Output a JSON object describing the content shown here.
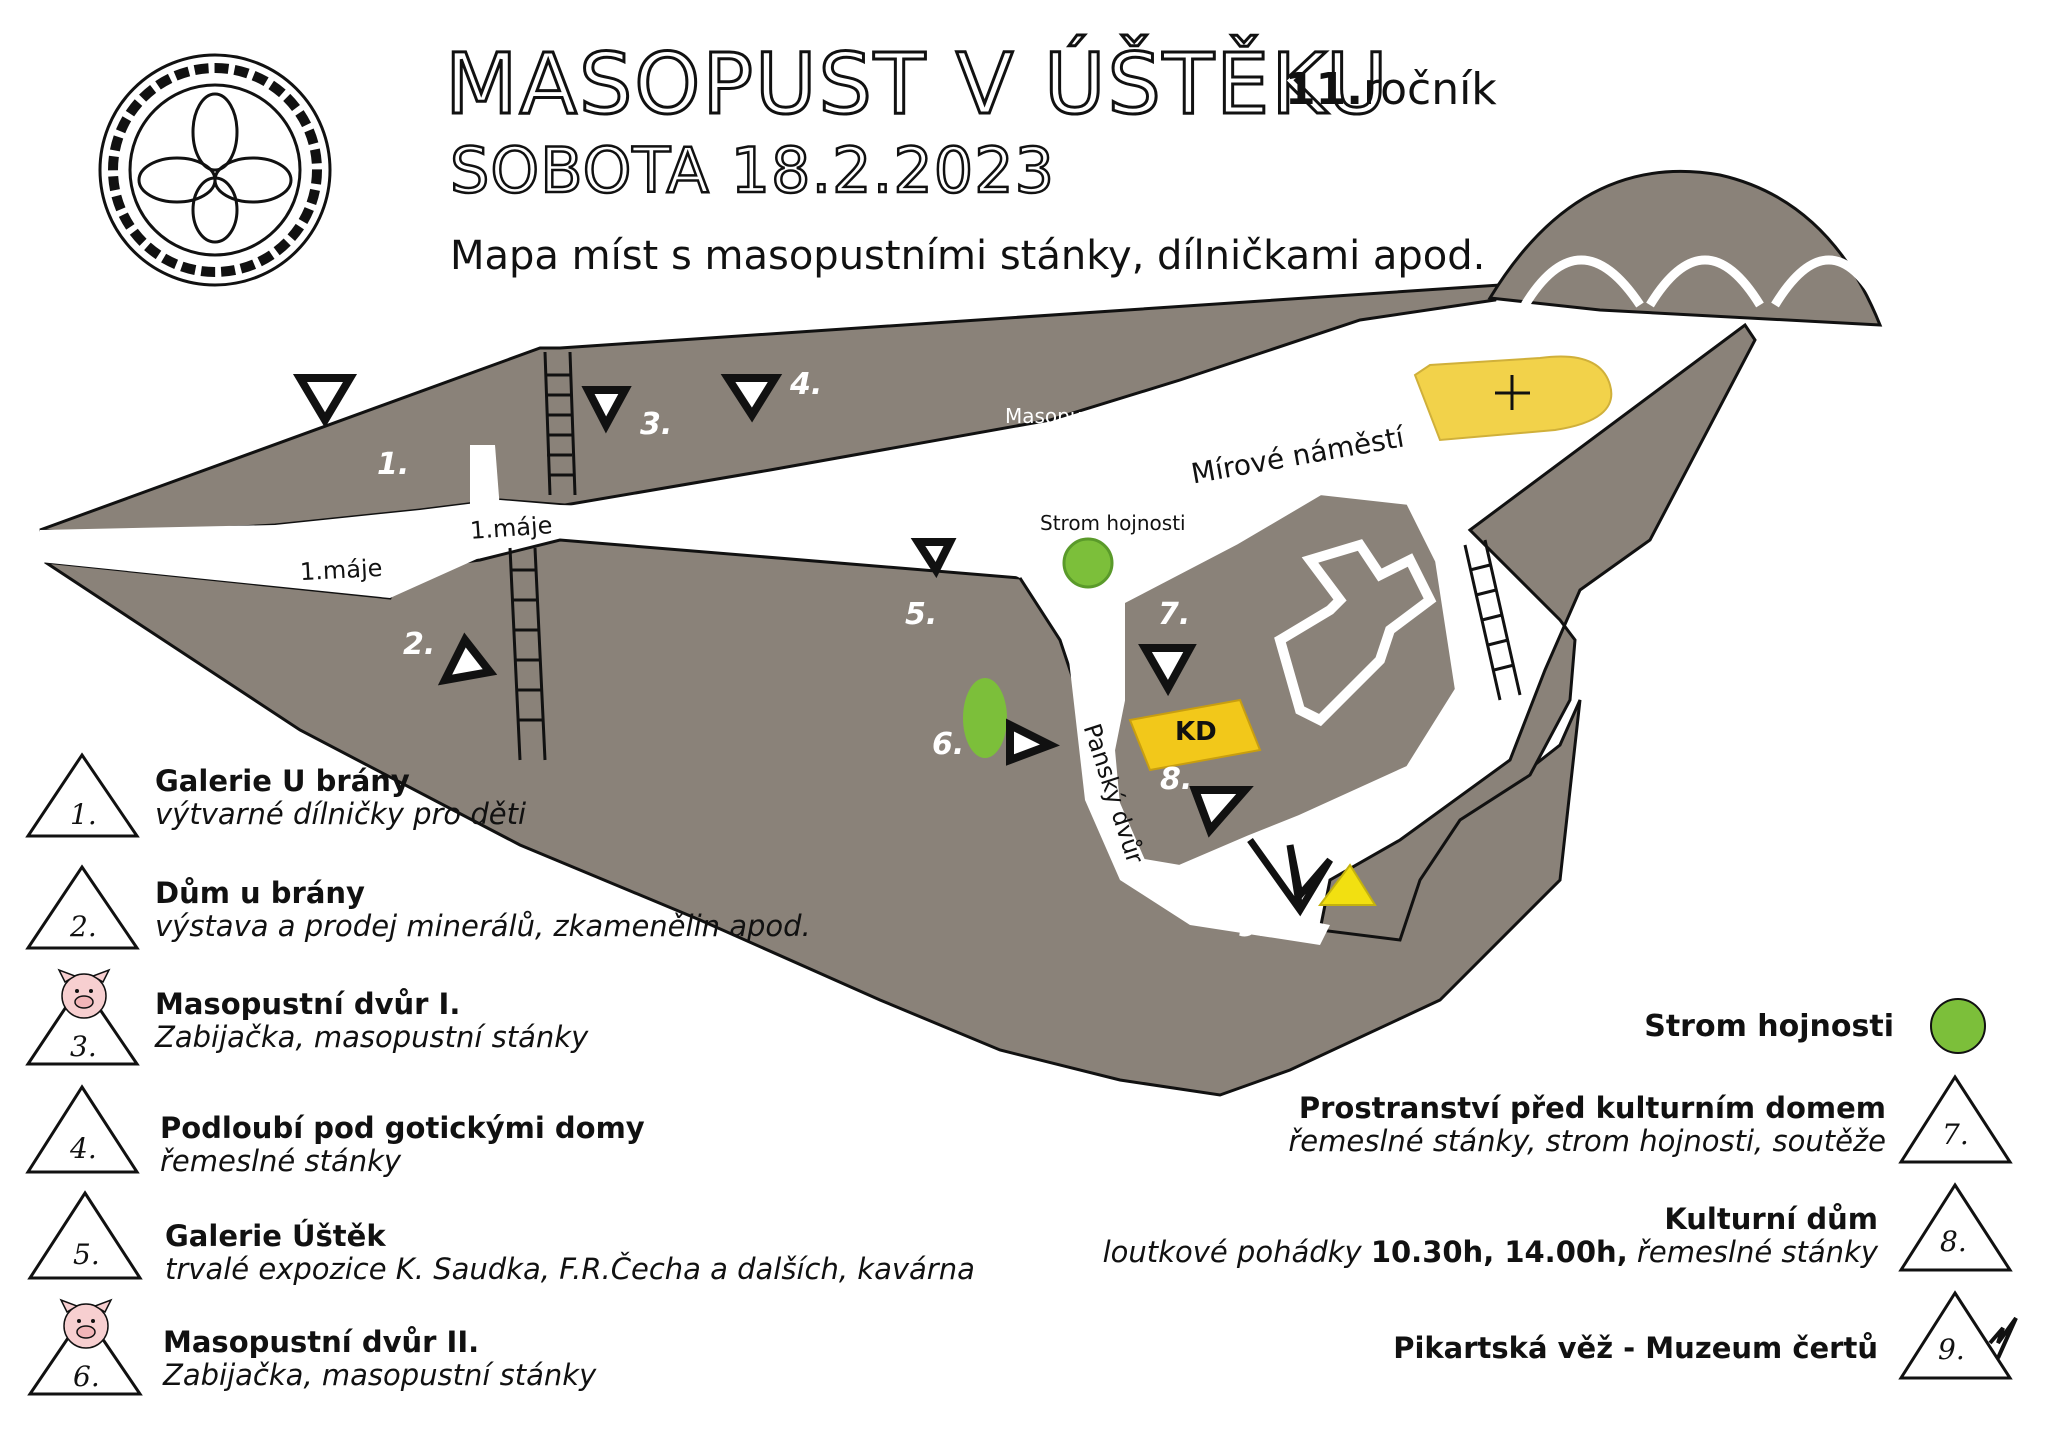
{
  "header": {
    "title": "MASOPUST V ÚŠTĚKU",
    "edition_number": "11.",
    "edition_word": "ročník",
    "date": "SOBOTA 18.2.2023",
    "subtitle": "Mapa míst s masopustními stánky, dílničkami apod."
  },
  "map": {
    "street_labels": {
      "maje_1": "1.máje",
      "maje_2": "1.máje",
      "square": "Mírové náměstí",
      "pansky": "Panský dvůr"
    },
    "place_labels": {
      "hospoda": "Masopustní\nhospoda",
      "tree": "Strom hojnosti",
      "kd": "KD"
    },
    "markers": [
      "1.",
      "2.",
      "3.",
      "4.",
      "5.",
      "6.",
      "7.",
      "8.",
      "9."
    ],
    "colors": {
      "ground": "#8a8279",
      "road": "#ffffff",
      "outline": "#111111",
      "church": "#f2d24a",
      "kd": "#f2c81a",
      "tree": "#7cbf3a",
      "tower_triangle": "#f2e011",
      "pig": "#f7cfd0"
    }
  },
  "legend_left": [
    {
      "num": "1.",
      "title": "Galerie U brány",
      "desc": "výtvarné dílničky pro děti",
      "pig": false
    },
    {
      "num": "2.",
      "title": "Dům u brány",
      "desc": "výstava a prodej minerálů, zkamenělin apod.",
      "pig": false
    },
    {
      "num": "3.",
      "title": "Masopustní dvůr I.",
      "desc": "Zabijačka, masopustní stánky",
      "pig": true
    },
    {
      "num": "4.",
      "title": "Podloubí pod gotickými domy",
      "desc": "řemeslné stánky",
      "pig": false
    },
    {
      "num": "5.",
      "title": "Galerie Úštěk",
      "desc": "trvalé expozice K. Saudka, F.R.Čecha a dalších, kavárna",
      "pig": false
    },
    {
      "num": "6.",
      "title": "Masopustní dvůr II.",
      "desc": "Zabijačka, masopustní stánky",
      "pig": true
    }
  ],
  "legend_right": [
    {
      "title": "Strom hojnosti",
      "desc": ""
    },
    {
      "num": "7.",
      "title": "Prostranství před kulturním domem",
      "desc": "řemeslné stánky, strom hojnosti, soutěže"
    },
    {
      "num": "8.",
      "title": "Kulturní dům",
      "desc_italic": "loutkové pohádky ",
      "desc_bold": "10.30h, 14.00h,",
      "desc_italic2": " řemeslné stánky"
    },
    {
      "num": "9.",
      "title": "Pikartská věž - Muzeum čertů",
      "desc": ""
    }
  ]
}
